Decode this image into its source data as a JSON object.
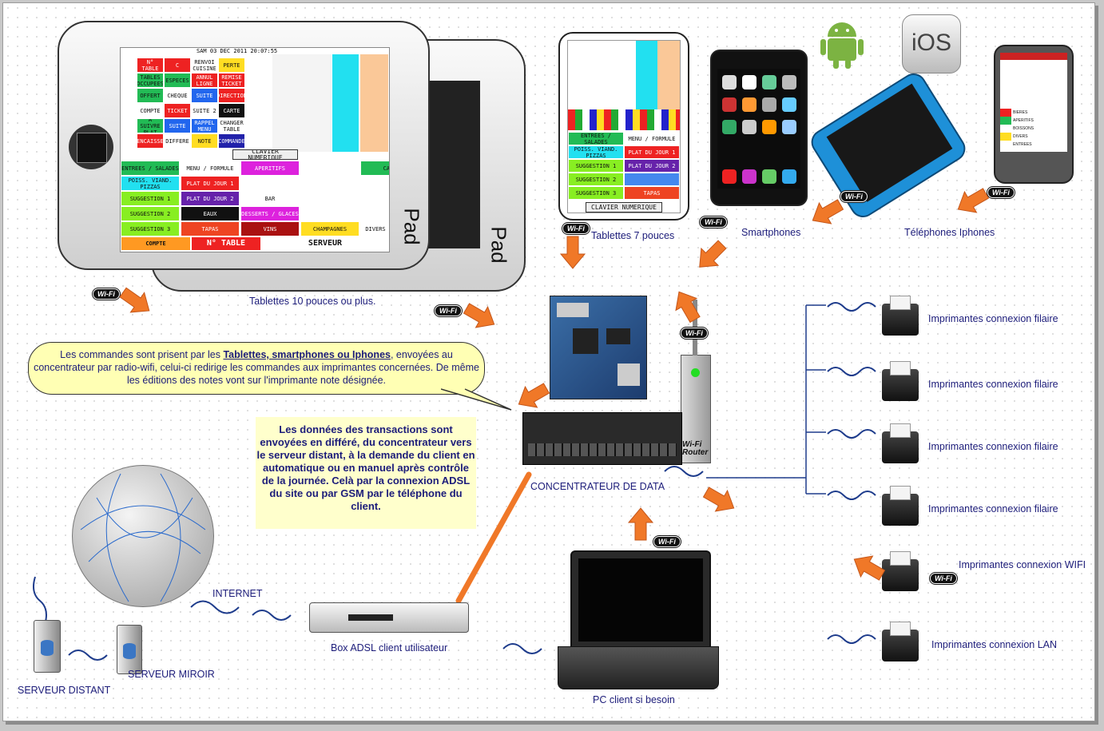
{
  "labels": {
    "pad_word": "Pad",
    "tablets10": "Tablettes 10 pouces ou plus.",
    "tablets7": "Tablettes 7 pouces",
    "smartphones": "Smartphones",
    "iphones": "Téléphones Iphones",
    "concentrateur": "CONCENTRATEUR DE DATA",
    "internet": "INTERNET",
    "box_adsl": "Box ADSL client utilisateur",
    "serveur_distant": "SERVEUR DISTANT",
    "serveur_miroir": "SERVEUR MIROIR",
    "pc_client": "PC client si besoin",
    "wifi": "Wi-Fi",
    "ios": "iOS",
    "router_label": "Wi-Fi Router"
  },
  "printers": [
    "Imprimantes connexion filaire",
    "Imprimantes connexion filaire",
    "Imprimantes connexion filaire",
    "Imprimantes connexion filaire",
    "Imprimantes connexion WIFI",
    "Imprimantes connexion LAN"
  ],
  "callout": {
    "prefix": "Les commandes sont prisent par les ",
    "bold": "Tablettes, smartphones ou Iphones",
    "suffix": ", envoyées au concentrateur par radio-wifi, celui-ci redirige les commandes aux imprimantes concernées. De même les éditions des notes vont sur l'imprimante note désignée."
  },
  "note": "Les données des transactions sont envoyées en différé, du concentrateur vers le serveur distant, à la demande du client en automatique ou en manuel après contrôle de la journée. Celà par la connexion  ADSL du site ou par GSM par le téléphone du client.",
  "pad_screen": {
    "header": "SAM 03 DEC 2011 20:07:55",
    "keypad_label": "CLAVIER NUMERIQUE",
    "top_buttons": [
      "N° TABLE",
      "C",
      "RENVOI CUISINE",
      "PERTE",
      "TABLES OCCUPEES",
      "ESPECES",
      "ANNUL LIGNE",
      "REMISE TICKET",
      "OFFERT",
      "CHEQUE",
      "SUITE",
      "DIRECTION",
      "COMPTE",
      "TICKET",
      "SUITE 2",
      "CARTE",
      "A SUIVRE PLAT",
      "SUITE",
      "RAPPEL MENU",
      "CHANGER TABLE",
      "ENCAISSE",
      "DIFFERE",
      "NOTE",
      "COMMANDE"
    ],
    "menu_rows": [
      [
        "ENTREES / SALADES",
        "MENU / FORMULE",
        "APERITIFS",
        "CAFE"
      ],
      [
        "POISS. VIAND. PIZZAS",
        "PLAT DU JOUR 1"
      ],
      [
        "SUGGESTION 1",
        "PLAT DU JOUR 2",
        "BAR"
      ],
      [
        "SUGGESTION 2",
        "EAUX",
        "DESSERTS / GLACES"
      ],
      [
        "SUGGESTION 3",
        "TAPAS",
        "VINS",
        "CHAMPAGNES",
        "DIVERS"
      ]
    ],
    "bottom": [
      "COMPTE",
      "N° TABLE",
      "SERVEUR"
    ]
  },
  "tablet7_screen": {
    "rows": [
      "ENTREES / SALADES",
      "MENU / FORMULE",
      "POISS. VIAND. PIZZAS",
      "PLAT DU JOUR 1",
      "SUGGESTION 1",
      "PLAT DU JOUR 2",
      "SUGGESTION 2",
      "SUGGESTION 3",
      "TAPAS"
    ],
    "keypad_label": "CLAVIER NUMERIQUE"
  },
  "iphone_screen": {
    "items": [
      "BIERES",
      "APERITIFS",
      "BOISSONS",
      "DIVERS",
      "ENTREES"
    ]
  },
  "colors": {
    "arrow": "#f07828",
    "text": "#1c1c7a",
    "callout_bg": "#ffffb4",
    "note_bg": "#ffffcc",
    "line": "#1e3c8c"
  }
}
